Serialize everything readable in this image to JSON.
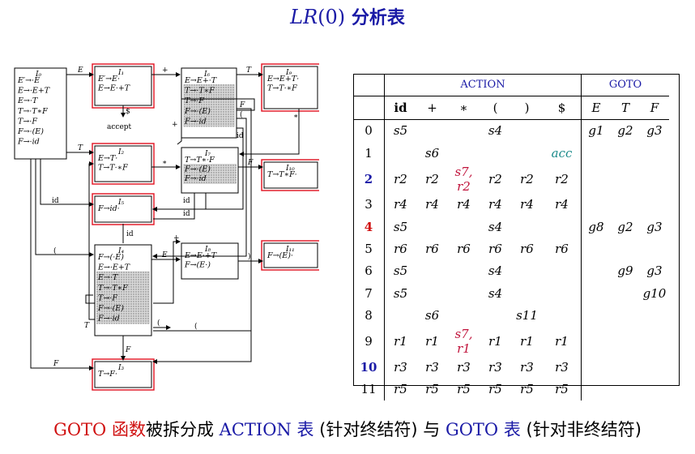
{
  "title": {
    "prefix": "LR",
    "arg": "(0)",
    "suffix": "分析表"
  },
  "automaton": {
    "states": [
      {
        "id": "I0",
        "label": "I₀",
        "items": [
          "E′→·E",
          "E→·E+T",
          "E→·T",
          "T→·T∗F",
          "T→·F",
          "F→·(E)",
          "F→·id"
        ]
      },
      {
        "id": "I1",
        "label": "I₁",
        "items": [
          "E′→E·",
          "E→E·+T"
        ]
      },
      {
        "id": "I6",
        "label": "I₆",
        "items": [
          "E→E+·T",
          "T→·T∗F",
          "T→·F",
          "F→·(E)",
          "F→·id"
        ]
      },
      {
        "id": "I9",
        "label": "I₉",
        "items": [
          "E→E+T·",
          "T→T·∗F"
        ]
      },
      {
        "id": "I2",
        "label": "I₂",
        "items": [
          "E→T·",
          "T→T·∗F"
        ]
      },
      {
        "id": "I7",
        "label": "I₇",
        "items": [
          "T→T∗·F",
          "F→·(E)",
          "F→·id"
        ]
      },
      {
        "id": "I10",
        "label": "I₁₀",
        "items": [
          "T→T∗F·"
        ]
      },
      {
        "id": "I5",
        "label": "I₅",
        "items": [
          "F→id·"
        ]
      },
      {
        "id": "I4",
        "label": "I₄",
        "items": [
          "F→(·E)",
          "E→·E+T",
          "E→·T",
          "T→·T∗F",
          "T→·F",
          "F→·(E)",
          "F→·id"
        ]
      },
      {
        "id": "I8",
        "label": "I₈",
        "items": [
          "E→E·+T",
          "F→(E·)"
        ]
      },
      {
        "id": "I11",
        "label": "I₁₁",
        "items": [
          "F→(E)·"
        ]
      },
      {
        "id": "I3",
        "label": "I₃",
        "items": [
          "T→F·"
        ]
      }
    ],
    "accept": "accept",
    "edge_labels": {
      "E": "E",
      "T": "T",
      "F": "F",
      "plus": "+",
      "star": "∗",
      "dollar": "$",
      "id": "id",
      "lparen": "(",
      "rparen": ")"
    }
  },
  "table": {
    "group_action": "ACTION",
    "group_goto": "GOTO",
    "columns": [
      "id",
      "+",
      "∗",
      "(",
      ")",
      "$",
      "E",
      "T",
      "F"
    ],
    "rows": [
      {
        "state": "0",
        "cells": [
          "s5",
          "",
          "",
          "s4",
          "",
          "",
          "g1",
          "g2",
          "g3"
        ]
      },
      {
        "state": "1",
        "cells": [
          "",
          "s6",
          "",
          "",
          "",
          "acc",
          "",
          "",
          ""
        ]
      },
      {
        "state": "2",
        "cells": [
          "r2",
          "r2",
          "s7, r2",
          "r2",
          "r2",
          "r2",
          "",
          "",
          ""
        ]
      },
      {
        "state": "3",
        "cells": [
          "r4",
          "r4",
          "r4",
          "r4",
          "r4",
          "r4",
          "",
          "",
          ""
        ]
      },
      {
        "state": "4",
        "cells": [
          "s5",
          "",
          "",
          "s4",
          "",
          "",
          "g8",
          "g2",
          "g3"
        ]
      },
      {
        "state": "5",
        "cells": [
          "r6",
          "r6",
          "r6",
          "r6",
          "r6",
          "r6",
          "",
          "",
          ""
        ]
      },
      {
        "state": "6",
        "cells": [
          "s5",
          "",
          "",
          "s4",
          "",
          "",
          "",
          "g9",
          "g3"
        ]
      },
      {
        "state": "7",
        "cells": [
          "s5",
          "",
          "",
          "s4",
          "",
          "",
          "",
          "",
          "g10"
        ]
      },
      {
        "state": "8",
        "cells": [
          "",
          "s6",
          "",
          "",
          "s11",
          "",
          "",
          "",
          ""
        ]
      },
      {
        "state": "9",
        "cells": [
          "r1",
          "r1",
          "s7, r1",
          "r1",
          "r1",
          "r1",
          "",
          "",
          ""
        ]
      },
      {
        "state": "10",
        "cells": [
          "r3",
          "r3",
          "r3",
          "r3",
          "r3",
          "r3",
          "",
          "",
          ""
        ]
      },
      {
        "state": "11",
        "cells": [
          "r5",
          "r5",
          "r5",
          "r5",
          "r5",
          "r5",
          "",
          "",
          ""
        ]
      }
    ]
  },
  "caption": {
    "goto_word": "GOTO",
    "func_word": "函数",
    "middle": "被拆分成",
    "action_word": "ACTION",
    "table1": "表",
    "paren1": "(针对终结符)",
    "and": "与",
    "goto_word2": "GOTO",
    "table2": "表",
    "paren2": "(针对非终结符)"
  },
  "colors": {
    "title_blue": "#1a1aa6",
    "highlight_red": "#d01010",
    "conflict_magenta": "#c0123a",
    "acc_teal": "#1a8a8a"
  }
}
